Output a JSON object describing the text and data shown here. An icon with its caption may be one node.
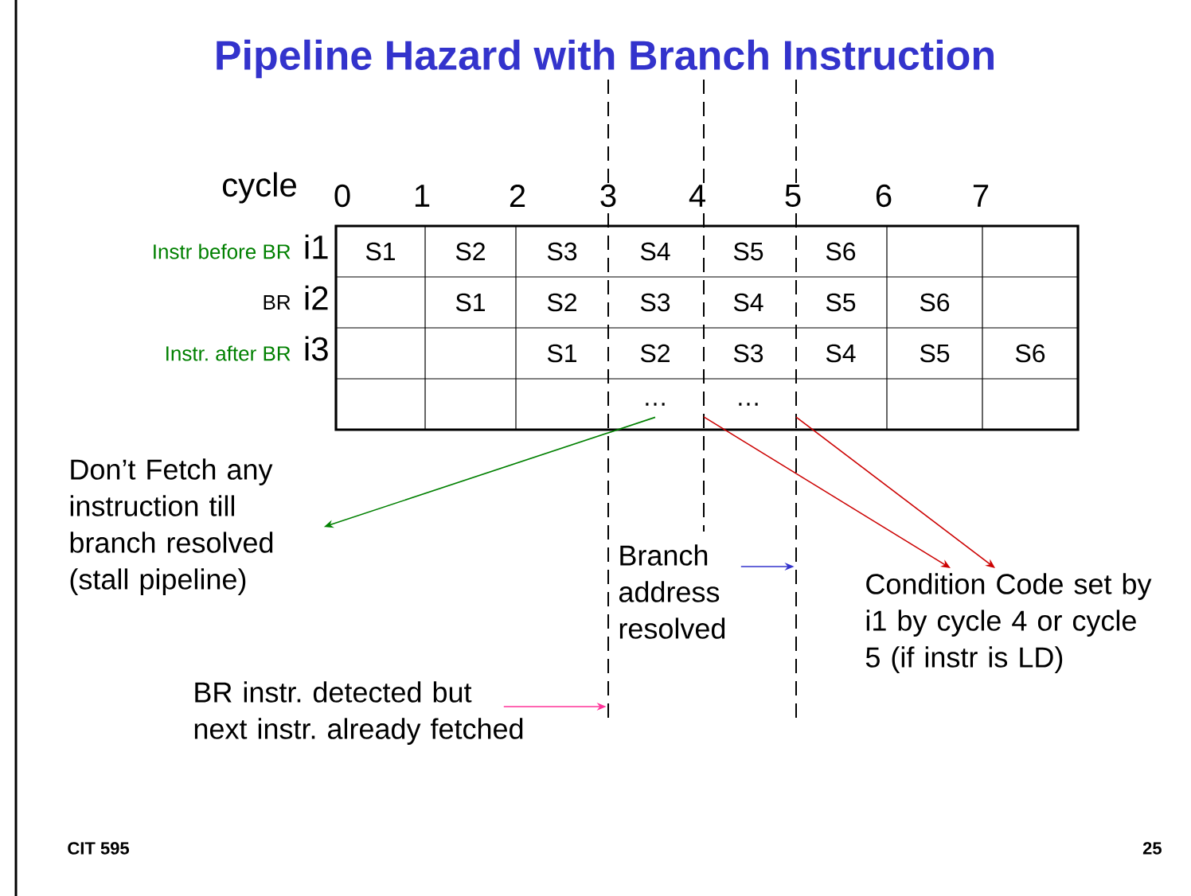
{
  "diagram": {
    "title": "Pipeline Hazard with Branch Instruction",
    "nodes": [
      {
        "text": [
          "…"
        ]
      },
      {
        "text": [
          "…"
        ]
      },
      {
        "text": [],
        "shape": "line"
      },
      {
        "text": [],
        "shape": "line"
      },
      {
        "text": [],
        "shape": "line"
      },
      {
        "text": [
          "Don’t Fetch any instruction till branch resolved (stall pipeline)"
        ]
      },
      {
        "text": [
          "Branch address resolved"
        ]
      },
      {
        "text": [
          "Condition Code set by i1 by cycle 4 or cycle 5 (if instr is LD)"
        ]
      },
      {
        "text": [
          "BR instr. detected but next instr. already fetched"
        ]
      }
    ],
    "edges": [
      {
        "from": 0,
        "to": 5,
        "arrow": "to",
        "color": "#008000"
      },
      {
        "from": 3,
        "to": 7,
        "arrow": "to",
        "color": "#cc0000"
      },
      {
        "from": 4,
        "to": 7,
        "arrow": "to",
        "color": "#cc0000"
      },
      {
        "from": 6,
        "to": 4,
        "arrow": "to",
        "color": "#3333cc"
      },
      {
        "from": 8,
        "to": 2,
        "arrow": "to",
        "color": "#ff3399"
      }
    ],
    "labels": [
      "cycle",
      "0",
      "1",
      "2",
      "3",
      "4",
      "5",
      "6",
      "7",
      "Instr before BR",
      "i1",
      "S1",
      "S2",
      "S3",
      "S4",
      "S5",
      "S6",
      "BR",
      "i2",
      "S1",
      "S2",
      "S3",
      "S4",
      "S5",
      "S6",
      "Instr. after BR",
      "i3",
      "S1",
      "S2",
      "S3",
      "S4",
      "S5",
      "S6",
      "CIT 595",
      "25"
    ]
  }
}
